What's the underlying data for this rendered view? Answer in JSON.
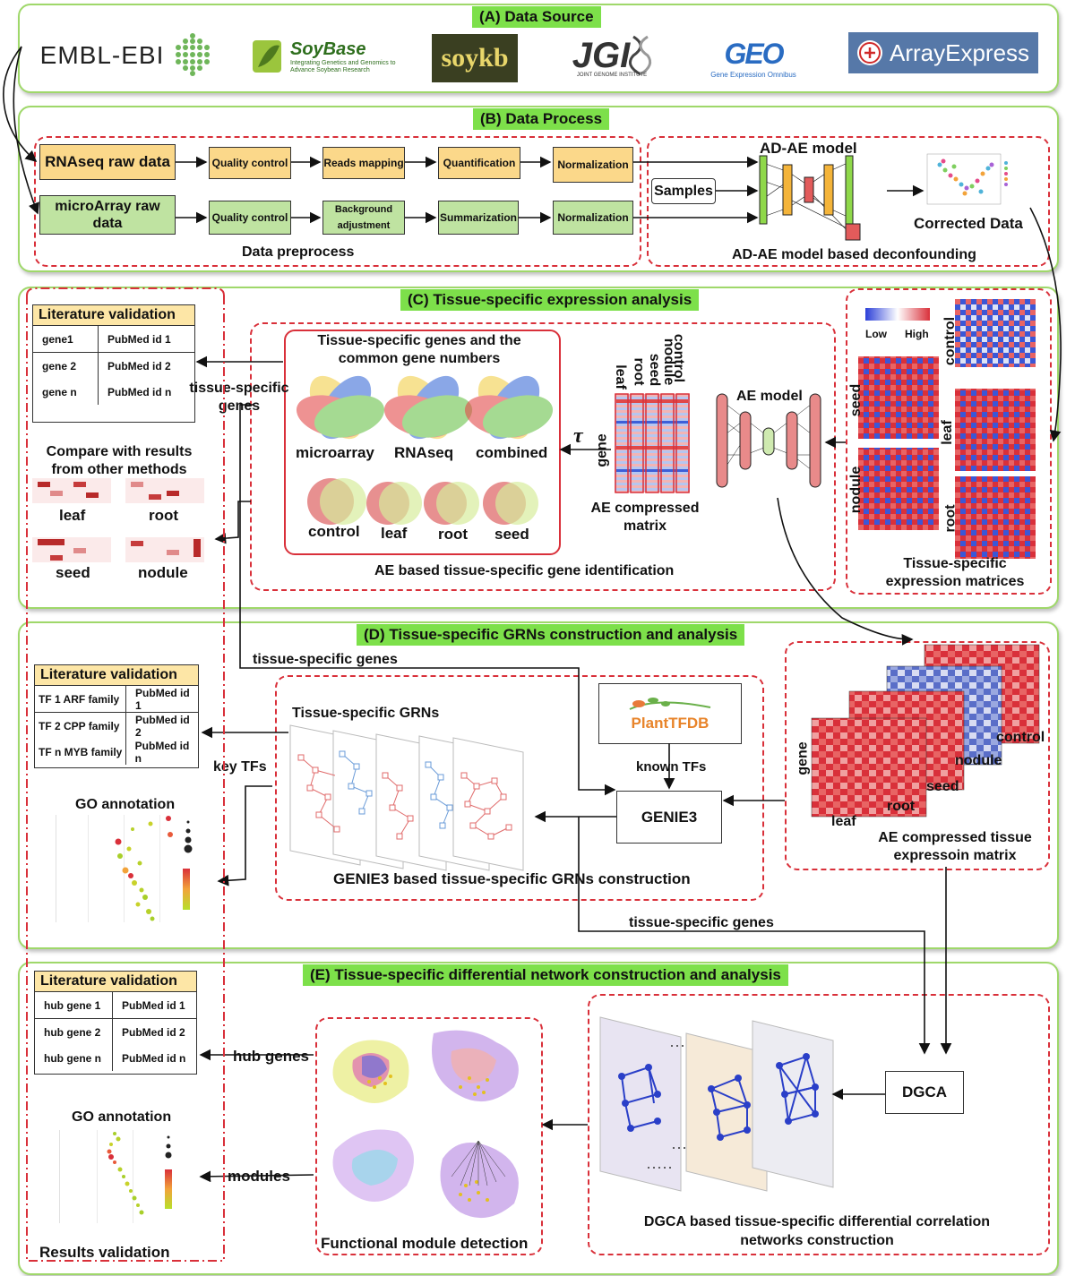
{
  "sectionA": {
    "title": "(A) Data Source",
    "logos": {
      "embl": "EMBL-EBI",
      "soybase": "SoyBase",
      "soybase_sub": "Integrating Genetics and Genomics to Advance Soybean Research",
      "soykb": "soykb",
      "jgi": "JGI",
      "jgi_sub": "JOINT GENOME INSTITUTE",
      "geo": "GEO",
      "geo_sub": "Gene Expression Omnibus",
      "arrayexpress": "ArrayExpress"
    }
  },
  "sectionB": {
    "title": "(B) Data Process",
    "rnaseq": "RNAseq raw data",
    "microarray": "microArray raw data",
    "rna_steps": [
      "Quality control",
      "Reads mapping",
      "Quantification",
      "Normalization"
    ],
    "micro_steps": [
      "Quality control",
      "Background adjustment",
      "Summarization",
      "Normalization"
    ],
    "preprocess_label": "Data preprocess",
    "samples": "Samples",
    "adae_model": "AD-AE model",
    "corrected": "Corrected Data",
    "deconf_label": "AD-AE model based deconfounding"
  },
  "sectionC": {
    "title": "(C) Tissue-specific expression analysis",
    "lit_title": "Literature validation",
    "lit_rows": [
      [
        "gene1",
        "PubMed id 1"
      ],
      [
        "gene 2",
        "PubMed id 2"
      ],
      [
        "gene n",
        "PubMed id n"
      ]
    ],
    "compare_label": "Compare with results from other methods",
    "tissues": [
      "leaf",
      "root",
      "seed",
      "nodule"
    ],
    "ts_genes_arrow": "tissue-specific genes",
    "venn_title": "Tissue-specific genes and the common gene numbers",
    "venn_labels": [
      "microarray",
      "RNAseq",
      "combined"
    ],
    "venn2_labels": [
      "control",
      "leaf",
      "root",
      "seed"
    ],
    "tau": "τ",
    "gene_axis": "gene",
    "col_labels": [
      "leaf",
      "root",
      "seed",
      "nodule",
      "control"
    ],
    "ae_matrix": "AE compressed matrix",
    "ae_model": "AE model",
    "ae_label": "AE based tissue-specific gene identification",
    "low": "Low",
    "high": "High",
    "heat_labels": [
      "control",
      "seed",
      "leaf",
      "nodule",
      "root"
    ],
    "matrices_label": "Tissue-specific expression matrices"
  },
  "sectionD": {
    "title": "(D) Tissue-specific GRNs construction and analysis",
    "ts_genes_top": "tissue-specific genes",
    "lit_title": "Literature validation",
    "lit_rows": [
      [
        "TF 1  ARF family",
        "PubMed id 1"
      ],
      [
        "TF 2 CPP family",
        "PubMed id 2"
      ],
      [
        "TF n MYB family",
        "PubMed id n"
      ]
    ],
    "key_tfs": "key TFs",
    "go": "GO annotation",
    "grn_title": "Tissue-specific GRNs",
    "plant": "PlantTFDB",
    "known_tfs": "known TFs",
    "genie3": "GENIE3",
    "genie_label": "GENIE3 based tissue-specific GRNs construction",
    "gene_axis": "gene",
    "stack_labels": [
      "control",
      "nodule",
      "seed",
      "root",
      "leaf"
    ],
    "ae_stack": "AE compressed tissue expressoin matrix",
    "ts_genes_bottom": "tissue-specific genes"
  },
  "sectionE": {
    "title": "(E) Tissue-specific differential network construction and analysis",
    "lit_title": "Literature validation",
    "lit_rows": [
      [
        "hub gene 1",
        "PubMed id 1"
      ],
      [
        "hub gene 2",
        "PubMed id 2"
      ],
      [
        "hub gene n",
        "PubMed id n"
      ]
    ],
    "hub_genes": "hub genes",
    "go": "GO annotation",
    "modules": "modules",
    "results": "Results validation",
    "functional": "Functional module detection",
    "dgca": "DGCA",
    "dgca_label": "DGCA based tissue-specific differential correlation networks construction"
  },
  "colors": {
    "panel_border": "#9fd86a",
    "title_bg": "#7de04a",
    "dash": "#d9303a",
    "orange": "#fbd88a",
    "green": "#bfe3a1"
  }
}
